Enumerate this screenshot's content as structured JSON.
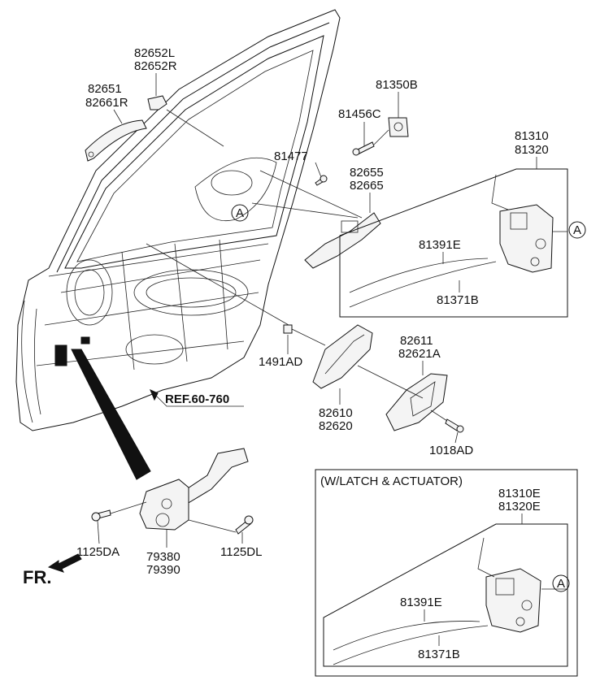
{
  "labels": {
    "p82652": [
      "82652L",
      "82652R"
    ],
    "p82651": [
      "82651",
      "82661R"
    ],
    "p81350B": "81350B",
    "p81456C": "81456C",
    "p81477": "81477",
    "p82655": [
      "82655",
      "82665"
    ],
    "p81310": [
      "81310",
      "81320"
    ],
    "p81391E_top": "81391E",
    "p81371B_top": "81371B",
    "p1491AD": "1491AD",
    "p82611": [
      "82611",
      "82621A"
    ],
    "p82610": [
      "82610",
      "82620"
    ],
    "p1018AD": "1018AD",
    "p1125DA": "1125DA",
    "p79380": [
      "79380",
      "79390"
    ],
    "p1125DL": "1125DL",
    "p81310E": [
      "81310E",
      "81320E"
    ],
    "p81391E_bot": "81391E",
    "p81371B_bot": "81371B"
  },
  "ref_label": "REF.60-760",
  "fr_label": "FR.",
  "box_title": "(W/LATCH & ACTUATOR)",
  "circle_marker": "A"
}
